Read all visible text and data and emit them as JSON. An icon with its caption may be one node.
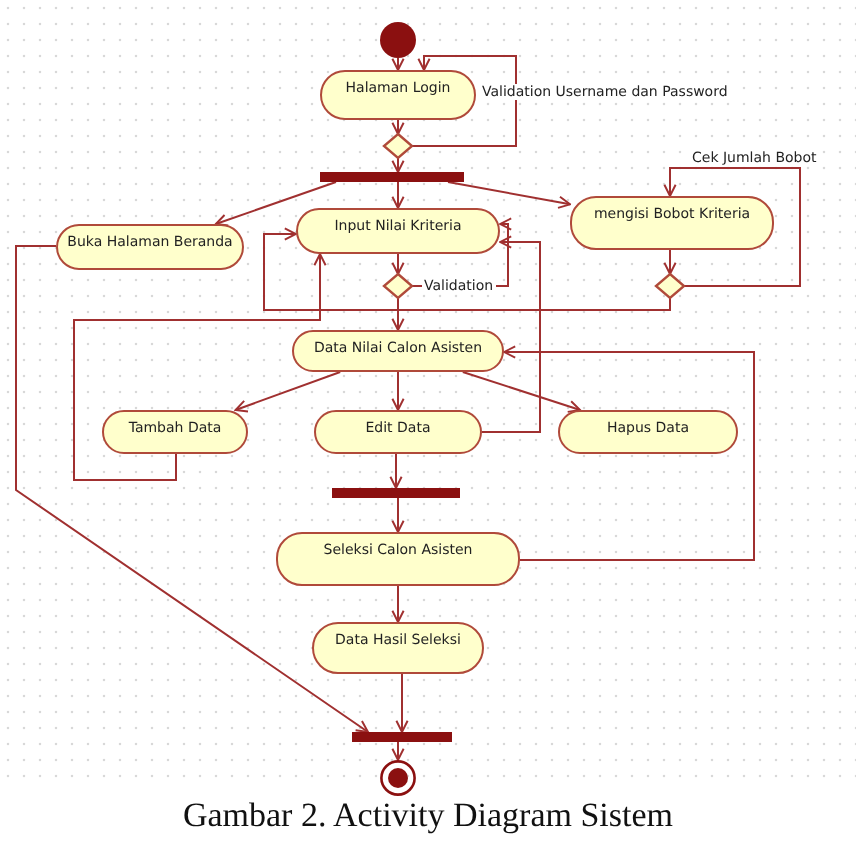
{
  "diagram": {
    "caption": "Gambar 2. Activity Diagram Sistem",
    "nodes": [
      {
        "text": [],
        "shape": "circle"
      },
      {
        "text": [
          "Halaman Login"
        ]
      },
      {
        "text": [],
        "shape": "diamond"
      },
      {
        "text": [],
        "shape": "bar"
      },
      {
        "text": [
          "Buka Halaman Beranda"
        ]
      },
      {
        "text": [
          "Input Nilai Kriteria"
        ]
      },
      {
        "text": [
          "mengisi Bobot Kriteria"
        ]
      },
      {
        "text": [],
        "shape": "diamond"
      },
      {
        "text": [],
        "shape": "diamond"
      },
      {
        "text": [
          "Data Nilai Calon Asisten"
        ]
      },
      {
        "text": [
          "Tambah Data"
        ]
      },
      {
        "text": [
          "Edit Data"
        ]
      },
      {
        "text": [
          "Hapus Data"
        ]
      },
      {
        "text": [],
        "shape": "bar"
      },
      {
        "text": [
          "Seleksi Calon Asisten"
        ]
      },
      {
        "text": [
          "Data Hasil Seleksi"
        ]
      },
      {
        "text": [],
        "shape": "bar"
      },
      {
        "text": [],
        "shape": "bullseye"
      }
    ],
    "edges": [
      {
        "from": 0,
        "to": 1,
        "arrow": "to"
      },
      {
        "from": 1,
        "to": 2,
        "arrow": "to"
      },
      {
        "from": 2,
        "to": 1,
        "arrow": "to",
        "label": "Validation Username dan Password"
      },
      {
        "from": 2,
        "to": 3,
        "arrow": "to"
      },
      {
        "from": 3,
        "to": 4,
        "arrow": "to"
      },
      {
        "from": 3,
        "to": 5,
        "arrow": "to"
      },
      {
        "from": 3,
        "to": 6,
        "arrow": "to"
      },
      {
        "from": 5,
        "to": 7,
        "arrow": "to"
      },
      {
        "from": 7,
        "to": 5,
        "arrow": "to",
        "label": "Validation"
      },
      {
        "from": 7,
        "to": 9,
        "arrow": "to"
      },
      {
        "from": 6,
        "to": 8,
        "arrow": "to"
      },
      {
        "from": 8,
        "to": 6,
        "arrow": "to",
        "label": "Cek Jumlah Bobot"
      },
      {
        "from": 8,
        "to": 5,
        "arrow": "to"
      },
      {
        "from": 9,
        "to": 10,
        "arrow": "to"
      },
      {
        "from": 9,
        "to": 11,
        "arrow": "to"
      },
      {
        "from": 9,
        "to": 12,
        "arrow": "to"
      },
      {
        "from": 10,
        "to": 5,
        "arrow": "to"
      },
      {
        "from": 11,
        "to": 5,
        "arrow": "to"
      },
      {
        "from": 11,
        "to": 13,
        "arrow": "to"
      },
      {
        "from": 13,
        "to": 14,
        "arrow": "to"
      },
      {
        "from": 14,
        "to": 9,
        "arrow": "to"
      },
      {
        "from": 14,
        "to": 15,
        "arrow": "to"
      },
      {
        "from": 15,
        "to": 16,
        "arrow": "to"
      },
      {
        "from": 4,
        "to": 16,
        "arrow": "to"
      },
      {
        "from": 16,
        "to": 17,
        "arrow": "to"
      }
    ]
  }
}
